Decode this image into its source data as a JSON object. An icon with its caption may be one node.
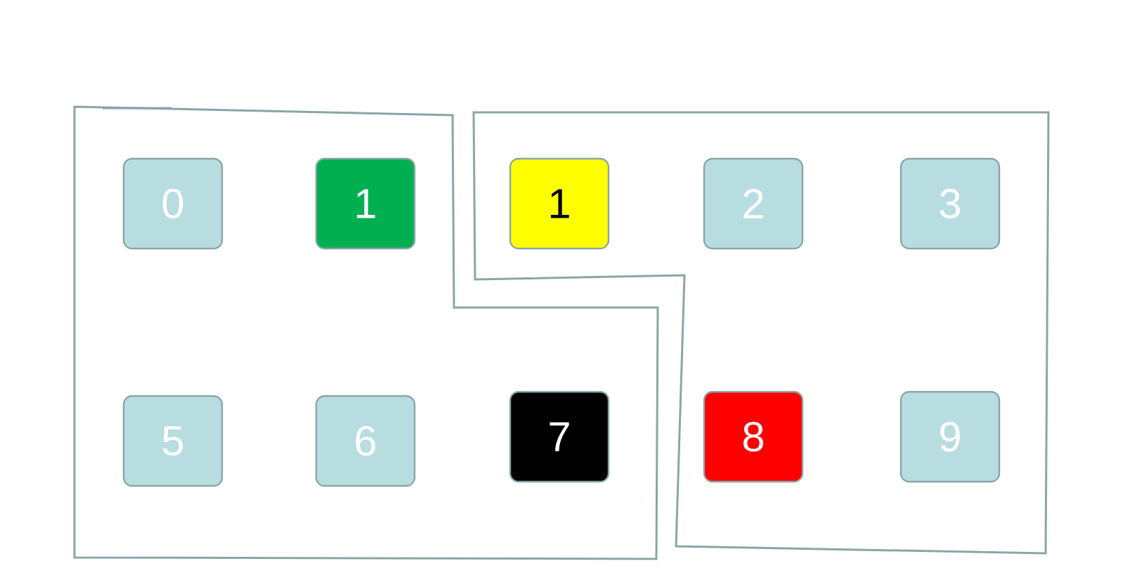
{
  "diagram": {
    "nodes": [
      {
        "text": [
          "0"
        ]
      },
      {
        "text": [
          "1"
        ]
      },
      {
        "text": [
          "1"
        ]
      },
      {
        "text": [
          "2"
        ]
      },
      {
        "text": [
          "3"
        ]
      },
      {
        "text": [
          "5"
        ]
      },
      {
        "text": [
          "6"
        ]
      },
      {
        "text": [
          "7"
        ]
      },
      {
        "text": [
          "8"
        ]
      },
      {
        "text": [
          "9"
        ]
      }
    ]
  }
}
